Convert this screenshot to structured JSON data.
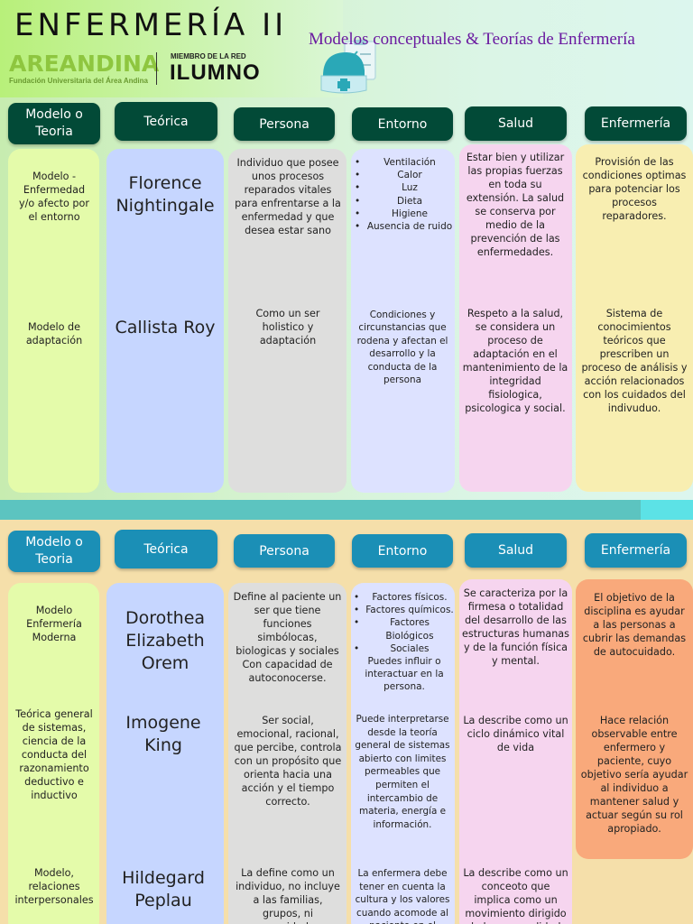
{
  "header": {
    "title": "ENFERMERÍA II",
    "subtitle": "Modelos conceptuales & Teorías de Enfermería",
    "logo_name": "AREANDINA",
    "logo_tagline": "Fundación Universitaria del Área Andina",
    "network_label": "MIEMBRO DE LA RED",
    "network_name": "ILUMNO"
  },
  "column_headers": {
    "modelo": "Modelo o Teoria",
    "teorica": "Teórica",
    "persona": "Persona",
    "entorno": "Entorno",
    "salud": "Salud",
    "enfermeria": "Enfermería"
  },
  "section1": {
    "rows": [
      {
        "modelo": "Modelo - Enfermedad y/o afecto por el entorno",
        "teorica": "Florence Nightingale",
        "persona": "Individuo que posee unos procesos reparados vitales para enfrentarse a la enfermedad y que desea estar sano",
        "entorno_items": [
          "Ventilación",
          "Calor",
          "Luz",
          "Dieta",
          "Higiene",
          "Ausencia de ruido"
        ],
        "salud": "Estar bien y utilizar las propias fuerzas en toda su extensión. La salud se conserva por medio de la prevención de las enfermedades.",
        "enfermeria": "Provisión de las condiciones optimas para potenciar los procesos reparadores."
      },
      {
        "modelo": "Modelo de adaptación",
        "teorica": "Callista Roy",
        "persona": "Como un ser holistico y adaptación",
        "entorno": "Condiciones y circunstancias que rodena y afectan el desarrollo y la conducta de la persona",
        "salud": "Respeto a la salud, se considera un proceso de adaptación en el mantenimiento de la integridad fisiologica, psicologica y social.",
        "enfermeria": "Sistema de conocimientos teóricos que prescriben un proceso de análisis y acción relacionados con los cuidados del indivuduo."
      }
    ]
  },
  "section2": {
    "rows": [
      {
        "modelo": "Modelo Enfermería Moderna",
        "teorica": "Dorothea Elizabeth Orem",
        "persona": "Define al paciente un ser que tiene funciones simbólocas, biologicas y sociales Con capacidad de autoconocerse.",
        "entorno_items": [
          "Factores físicos.",
          "Factores químicos.",
          "Factores Biológicos",
          "Sociales"
        ],
        "entorno_tail": "Puedes influir o interactuar en la persona.",
        "salud": "Se caracteriza por la firmesa o totalidad del desarrollo de las estructuras humanas y de la función física y mental.",
        "enfermeria": "El objetivo de la disciplina es ayudar a las personas a cubrir las demandas de autocuidado."
      },
      {
        "modelo": "Teórica general de sistemas, ciencia de la conducta del razonamiento deductivo e inductivo",
        "teorica": "Imogene King",
        "persona": "Ser social, emocional, racional, que percibe, controla con un propósito que orienta hacia una acción y el tiempo correcto.",
        "entorno": "Puede interpretarse desde la teoría general de sistemas abierto con limites permeables que permiten el intercambio de materia, energía e información.",
        "salud": "La describe como un ciclo dinámico vital de vida",
        "enfermeria": "Hace relación observable entre enfermero y paciente, cuyo objetivo sería ayudar al individuo a mantener salud y actuar según su rol apropiado."
      },
      {
        "modelo": "Modelo, relaciones interpersonales",
        "teorica": "Hildegard Peplau",
        "persona": "La define como un individuo, no incluye a las familias, grupos, ni comunidades.",
        "entorno": "La enfermera debe tener en cuenta la cultura y los valores cuando acomode al paciente en el entorno hospitalario.",
        "salud": "La describe como un conceoto que implica como un movimiento dirigido de la personalidad.",
        "enfermeria": ""
      }
    ]
  }
}
